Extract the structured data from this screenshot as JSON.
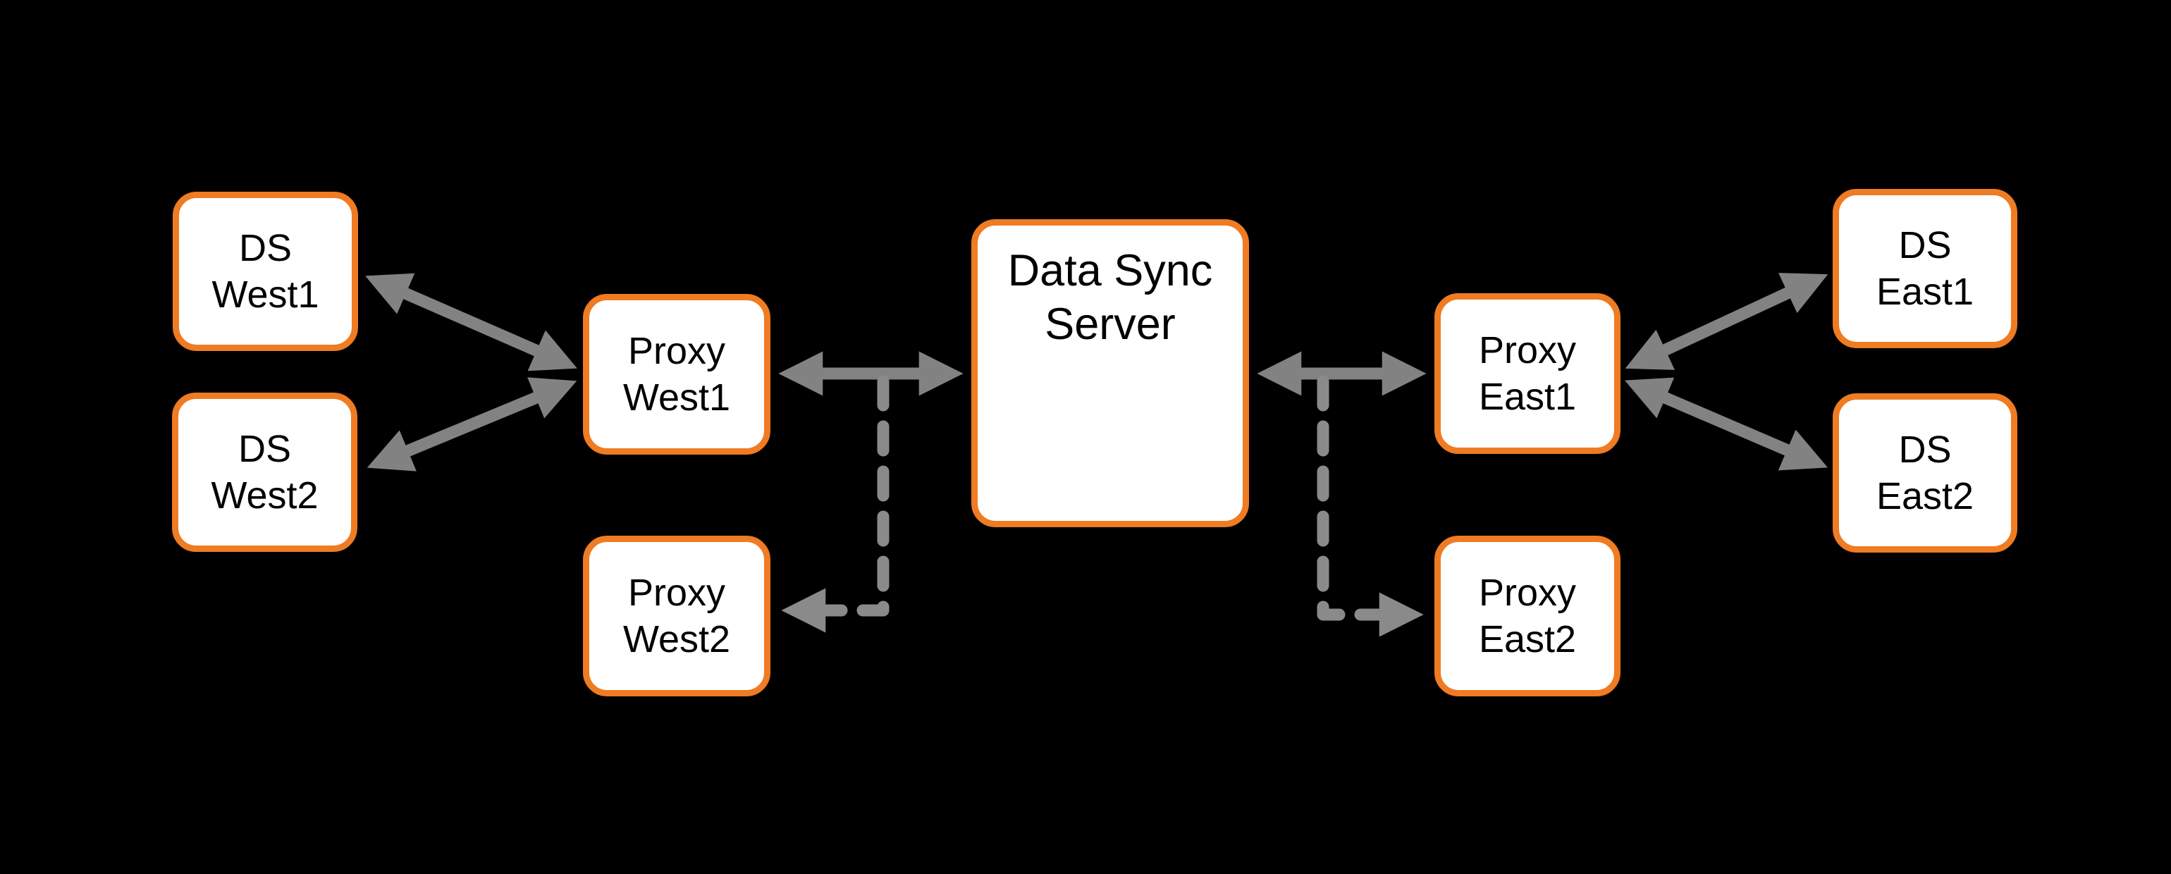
{
  "diagram": {
    "background_color": "#000000",
    "colors": {
      "node_fill": "#FFFFFF",
      "node_border_orange": "#EF7B22",
      "arrow_solid_gray": "#828282",
      "arrow_dashed_gray": "#8A8A8A",
      "label_text": "#000000"
    },
    "nodes": {
      "ds_west1": {
        "label": "DS\nWest1"
      },
      "ds_west2": {
        "label": "DS\nWest2"
      },
      "proxy_west1": {
        "label": "Proxy\nWest1"
      },
      "proxy_west2": {
        "label": "Proxy\nWest2"
      },
      "server": {
        "label": "Data Sync\nServer"
      },
      "proxy_east1": {
        "label": "Proxy\nEast1"
      },
      "proxy_east2": {
        "label": "Proxy\nEast2"
      },
      "ds_east1": {
        "label": "DS\nEast1"
      },
      "ds_east2": {
        "label": "DS\nEast2"
      }
    },
    "edges": [
      {
        "from": "DS West1",
        "to": "Proxy West1",
        "style": "solid",
        "arrows": "both"
      },
      {
        "from": "DS West2",
        "to": "Proxy West1",
        "style": "solid",
        "arrows": "both"
      },
      {
        "from": "Proxy West1",
        "to": "Data Sync Server",
        "style": "solid",
        "arrows": "both"
      },
      {
        "from": "Data Sync Server",
        "to": "Proxy East1",
        "style": "solid",
        "arrows": "both"
      },
      {
        "from": "Proxy East1",
        "to": "DS East1",
        "style": "solid",
        "arrows": "both"
      },
      {
        "from": "Proxy East1",
        "to": "DS East2",
        "style": "solid",
        "arrows": "both"
      },
      {
        "from": "Proxy West1 / Data Sync Server link",
        "to": "Proxy West2",
        "style": "dashed",
        "arrows": "end"
      },
      {
        "from": "Data Sync Server / Proxy East1 link",
        "to": "Proxy East2",
        "style": "dashed",
        "arrows": "end"
      }
    ]
  }
}
